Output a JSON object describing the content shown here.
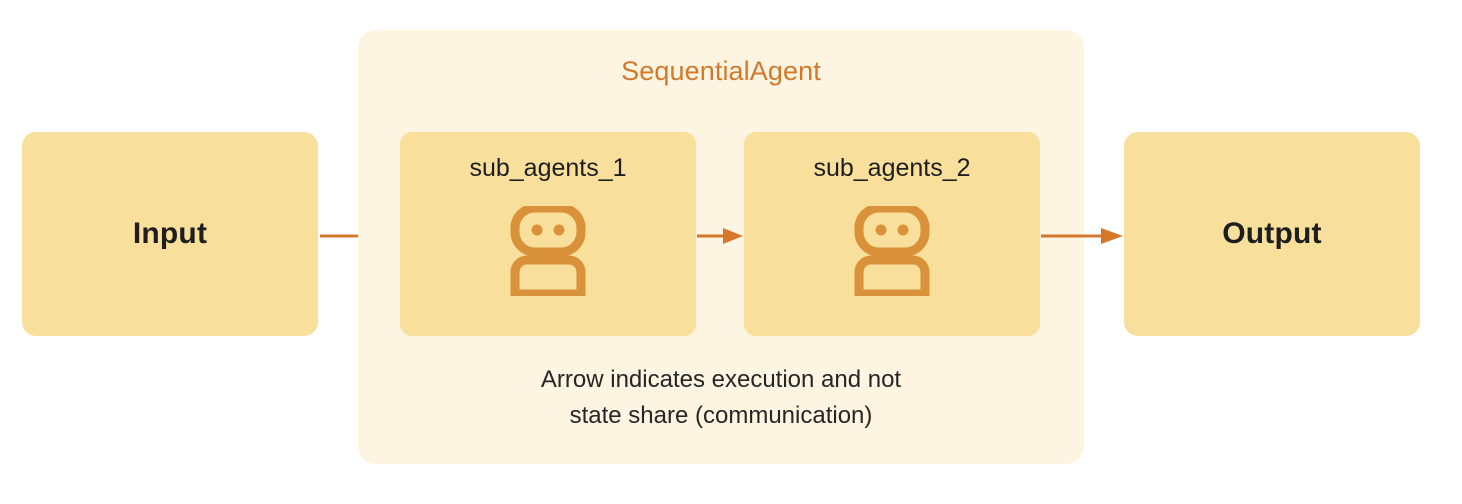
{
  "diagram": {
    "title": "SequentialAgent",
    "type": "flow-diagram",
    "colors": {
      "page_background": "#FFFFFF",
      "container_background": "#FDF5E1",
      "node_background": "#F8DF9B",
      "accent_orange": "#D4782B",
      "text_dark": "#1E1E1E"
    },
    "input_node": {
      "label": "Input"
    },
    "output_node": {
      "label": "Output"
    },
    "sub_agents": [
      {
        "label": "sub_agents_1",
        "icon": "robot-icon"
      },
      {
        "label": "sub_agents_2",
        "icon": "robot-icon"
      }
    ],
    "arrows": [
      {
        "name": "input-to-sub-agents-1",
        "from": "Input",
        "to": "sub_agents_1"
      },
      {
        "name": "sub-agents-1-to-sub-agents-2",
        "from": "sub_agents_1",
        "to": "sub_agents_2"
      },
      {
        "name": "sub-agents-2-to-output",
        "from": "sub_agents_2",
        "to": "Output"
      }
    ],
    "caption": {
      "line1": "Arrow indicates execution and not",
      "line2": "state share (communication)"
    }
  }
}
